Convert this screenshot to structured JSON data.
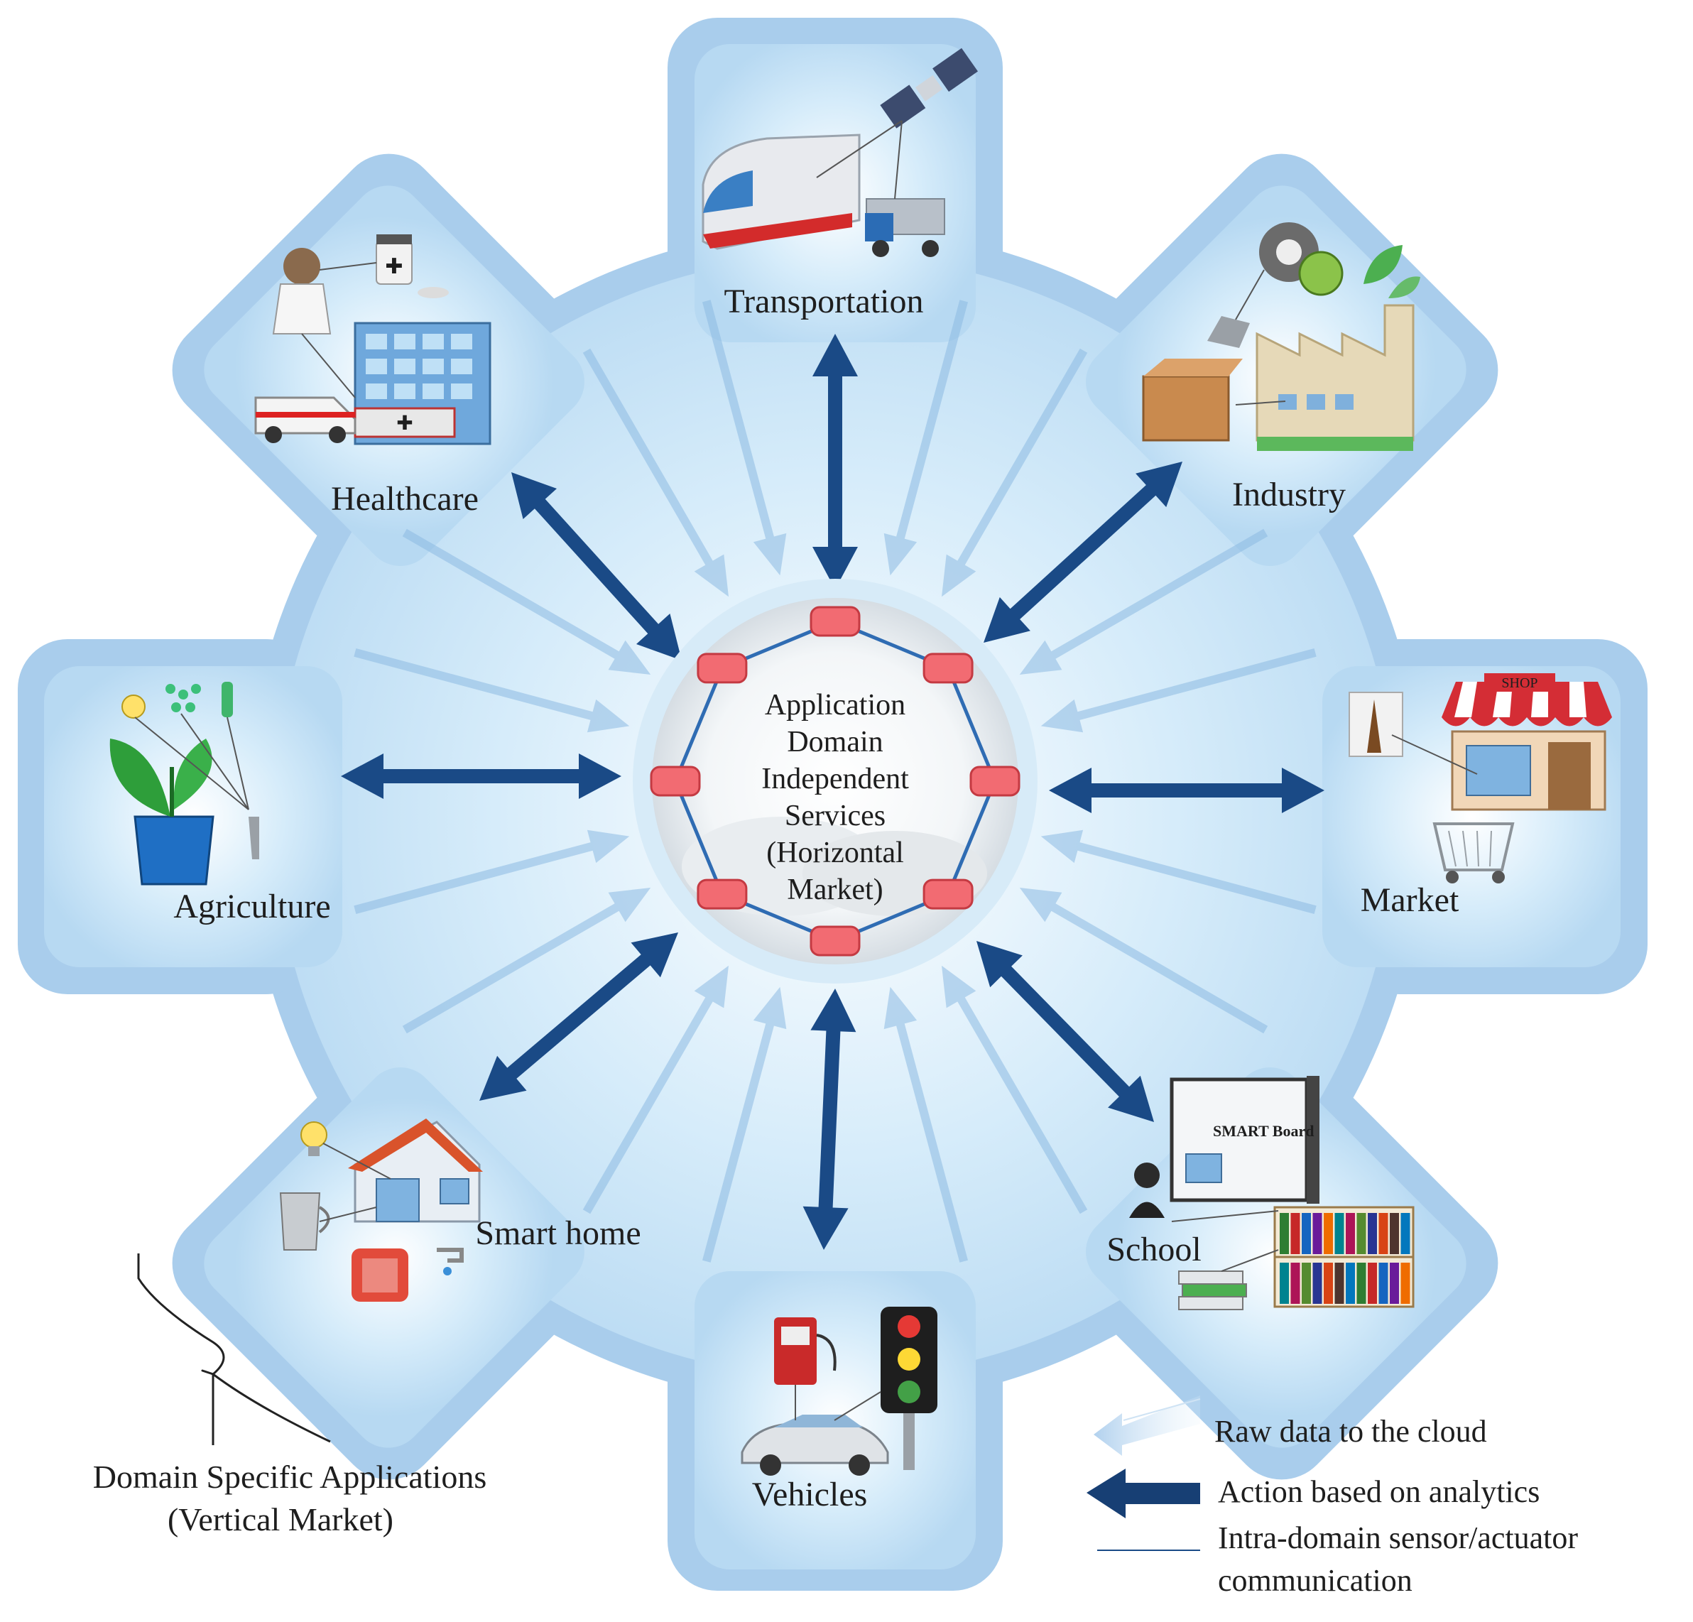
{
  "center": {
    "lines": [
      "Application",
      "Domain",
      "Independent",
      "Services",
      "(Horizontal",
      "Market)"
    ]
  },
  "domains": {
    "transportation": "Transportation",
    "healthcare": "Healthcare",
    "industry": "Industry",
    "agriculture": "Agriculture",
    "market": "Market",
    "smart_home": "Smart home",
    "school": "School",
    "vehicles": "Vehicles"
  },
  "icon_text": {
    "shop_sign": "SHOP",
    "board_brand": "SMART Board"
  },
  "bracket_label": {
    "line1": "Domain Specific Applications",
    "line2": "(Vertical Market)"
  },
  "legend": {
    "raw": "Raw data to the cloud",
    "action": "Action based on analytics",
    "intra_line1": "Intra-domain sensor/actuator",
    "intra_line2": "communication"
  },
  "colors": {
    "gear_outer": "#a9cdec",
    "gear_inner": "#e7f4fc",
    "action_arrow": "#1a4a86",
    "raw_arrow": "#8db9e2",
    "node_red": "#f26b72"
  }
}
